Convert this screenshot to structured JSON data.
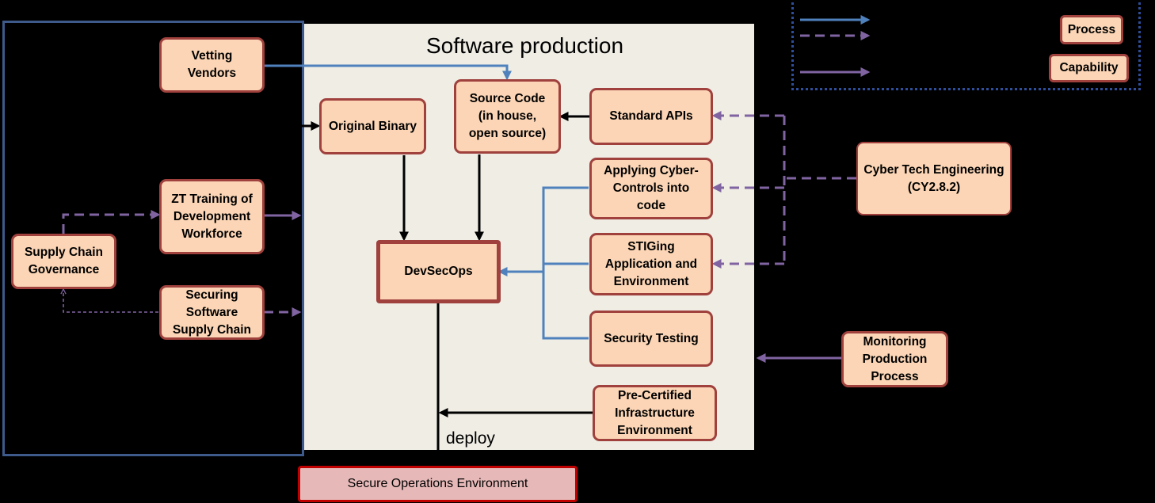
{
  "title": "Software production",
  "deploy_label": "deploy",
  "colors": {
    "background": "#000000",
    "production_area": "#efede4",
    "node_fill": "#fbd5b5",
    "node_border": "#a0413d",
    "blue_line": "#4f81bd",
    "purple_line": "#8064a2",
    "secure_env_fill": "#e6b9b8",
    "secure_env_border": "#c00000"
  },
  "nodes": {
    "vetting_vendors": "Vetting\nVendors",
    "original_binary": "Original Binary",
    "source_code": "Source Code\n(in house,\nopen source)",
    "standard_apis": "Standard APIs",
    "zt_training": "ZT Training of\nDevelopment\nWorkforce",
    "supply_chain_governance": "Supply Chain\nGovernance",
    "securing_supply_chain": "Securing\nSoftware\nSupply Chain",
    "devsecops": "DevSecOps",
    "applying_cyber_controls": "Applying Cyber-\nControls into\ncode",
    "stiging": "STIGing\nApplication and\nEnvironment",
    "security_testing": "Security Testing",
    "pre_certified": "Pre-Certified\nInfrastructure\nEnvironment",
    "cyber_tech_engineering": "Cyber Tech Engineering\n(CY2.8.2)",
    "monitoring_production": "Monitoring\nProduction\nProcess",
    "secure_operations": "Secure Operations Environment"
  },
  "legend": {
    "process": "Process",
    "capability": "Capability"
  }
}
